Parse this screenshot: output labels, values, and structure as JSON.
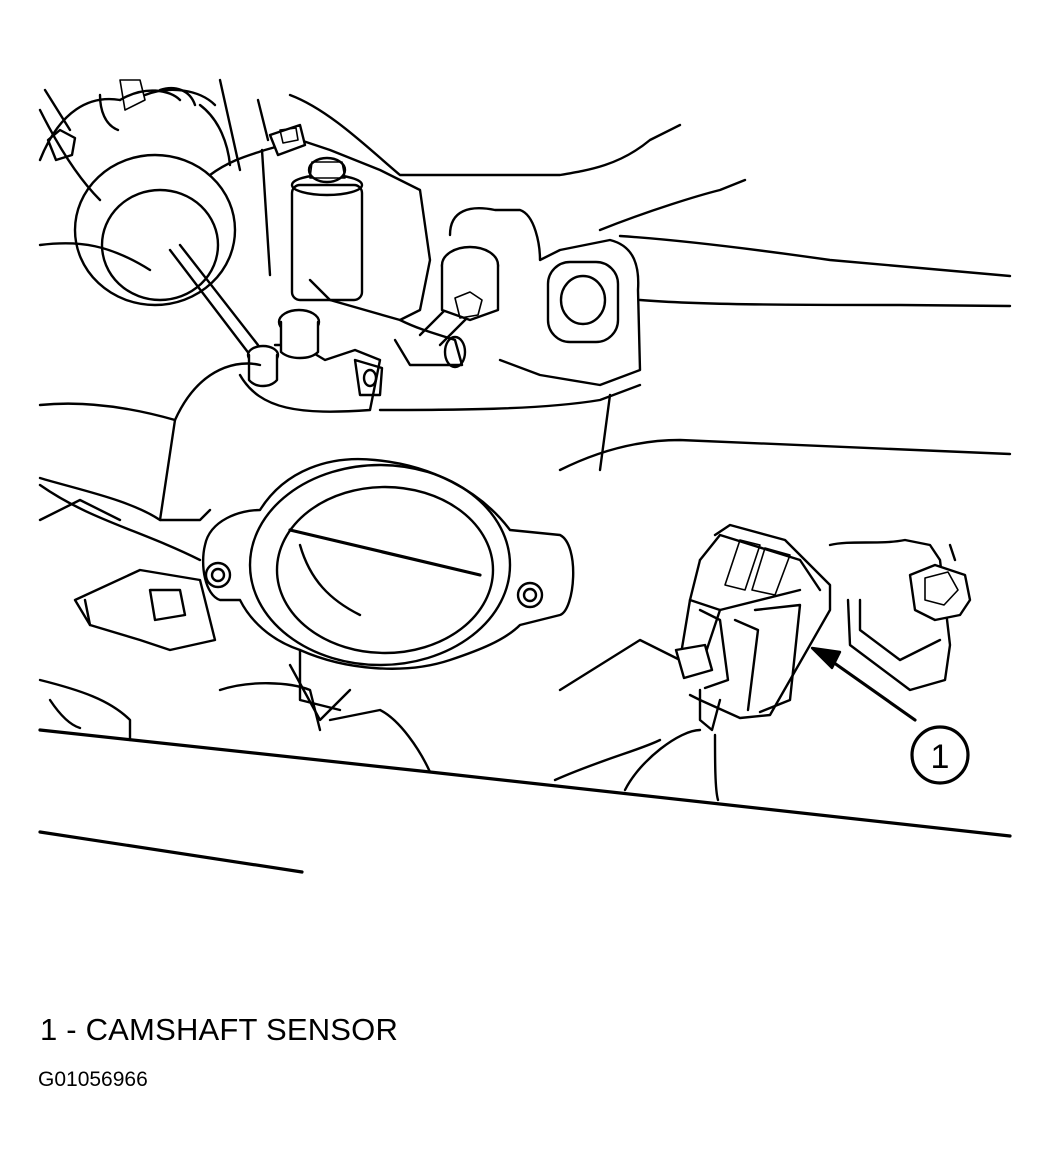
{
  "figure": {
    "callout_number": "1",
    "caption": "1 - CAMSHAFT SENSOR",
    "figure_id": "G01056966"
  }
}
